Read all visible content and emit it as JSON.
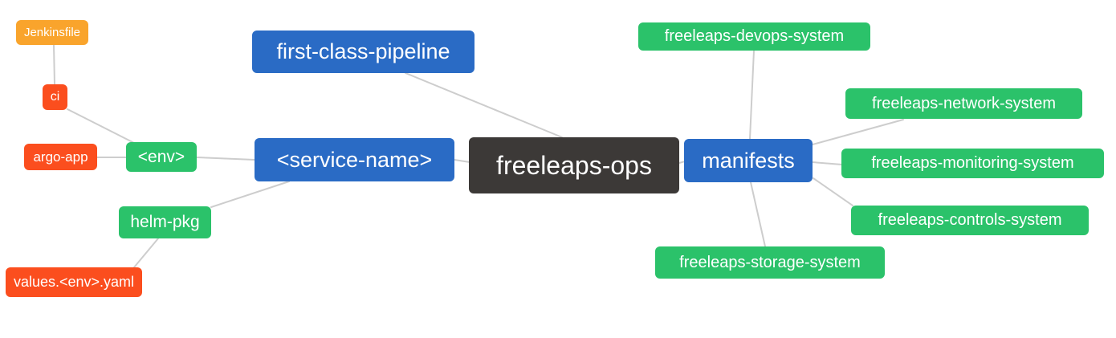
{
  "diagram": {
    "colors": {
      "root": "#3C3937",
      "level2": "#2A6BC5",
      "level3": "#2BC26A",
      "leaf_red": "#FB4E1E",
      "leaf_amber": "#F9A42C",
      "edge": "#CDCDCD",
      "background": "#FFFFFF",
      "text": "#FFFFFF"
    },
    "nodes": [
      {
        "id": "jenkinsfile",
        "label": "Jenkinsfile",
        "color": "leaf_amber"
      },
      {
        "id": "ci",
        "label": "ci",
        "color": "leaf_red"
      },
      {
        "id": "argo-app",
        "label": "argo-app",
        "color": "leaf_red"
      },
      {
        "id": "env",
        "label": "<env>",
        "color": "level3"
      },
      {
        "id": "first-class-pipeline",
        "label": "first-class-pipeline",
        "color": "level2"
      },
      {
        "id": "service-name",
        "label": "<service-name>",
        "color": "level2"
      },
      {
        "id": "freeleaps-ops",
        "label": "freeleaps-ops",
        "color": "root"
      },
      {
        "id": "manifests",
        "label": "manifests",
        "color": "level2"
      },
      {
        "id": "freeleaps-devops-system",
        "label": "freeleaps-devops-system",
        "color": "level3"
      },
      {
        "id": "freeleaps-network-system",
        "label": "freeleaps-network-system",
        "color": "level3"
      },
      {
        "id": "freeleaps-monitoring-system",
        "label": "freeleaps-monitoring-system",
        "color": "level3"
      },
      {
        "id": "freeleaps-controls-system",
        "label": "freeleaps-controls-system",
        "color": "level3"
      },
      {
        "id": "freeleaps-storage-system",
        "label": "freeleaps-storage-system",
        "color": "level3"
      },
      {
        "id": "helm-pkg",
        "label": "helm-pkg",
        "color": "level3"
      },
      {
        "id": "values-env-yaml",
        "label": "values.<env>.yaml",
        "color": "leaf_red"
      }
    ],
    "edges": [
      {
        "from": "jenkinsfile",
        "to": "ci"
      },
      {
        "from": "ci",
        "to": "env"
      },
      {
        "from": "argo-app",
        "to": "env"
      },
      {
        "from": "env",
        "to": "service-name"
      },
      {
        "from": "helm-pkg",
        "to": "service-name"
      },
      {
        "from": "values-env-yaml",
        "to": "helm-pkg"
      },
      {
        "from": "service-name",
        "to": "freeleaps-ops"
      },
      {
        "from": "first-class-pipeline",
        "to": "freeleaps-ops"
      },
      {
        "from": "freeleaps-ops",
        "to": "manifests"
      },
      {
        "from": "manifests",
        "to": "freeleaps-devops-system"
      },
      {
        "from": "manifests",
        "to": "freeleaps-network-system"
      },
      {
        "from": "manifests",
        "to": "freeleaps-monitoring-system"
      },
      {
        "from": "manifests",
        "to": "freeleaps-controls-system"
      },
      {
        "from": "manifests",
        "to": "freeleaps-storage-system"
      }
    ]
  }
}
